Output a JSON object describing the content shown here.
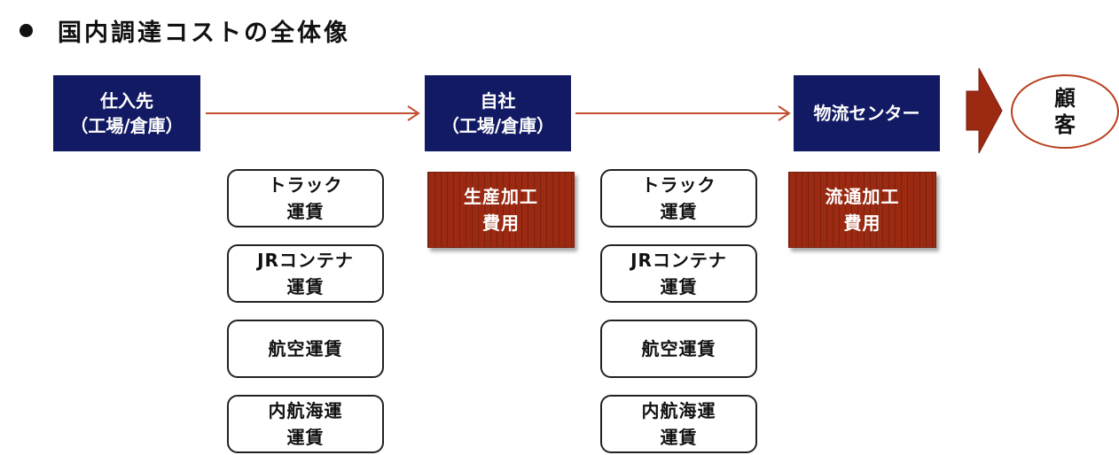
{
  "title": "国内調達コストの全体像",
  "nodes": {
    "supplier": {
      "line1": "仕入先",
      "line2": "（工場/倉庫）"
    },
    "own_company": {
      "line1": "自社",
      "line2": "（工場/倉庫）"
    },
    "logistics_center": {
      "line1": "物流センター"
    },
    "customer": {
      "line1": "顧",
      "line2": "客"
    }
  },
  "processing_costs": {
    "production": {
      "line1": "生産加工",
      "line2": "費用"
    },
    "distribution": {
      "line1": "流通加工",
      "line2": "費用"
    }
  },
  "transport_costs_left": [
    {
      "line1": "トラック",
      "line2": "運賃"
    },
    {
      "line1": "JRコンテナ",
      "line2": "運賃"
    },
    {
      "line1": "航空運賃",
      "line2": ""
    },
    {
      "line1": "内航海運",
      "line2": "運賃"
    }
  ],
  "transport_costs_right": [
    {
      "line1": "トラック",
      "line2": "運賃"
    },
    {
      "line1": "JRコンテナ",
      "line2": "運賃"
    },
    {
      "line1": "航空運賃",
      "line2": ""
    },
    {
      "line1": "内航海運",
      "line2": "運賃"
    }
  ],
  "colors": {
    "node_fill": "#111a63",
    "processing_fill": "#9c2a12",
    "arrow": "#c0502e",
    "block_arrow": "#9c2a12",
    "customer_border": "#b8411f"
  }
}
